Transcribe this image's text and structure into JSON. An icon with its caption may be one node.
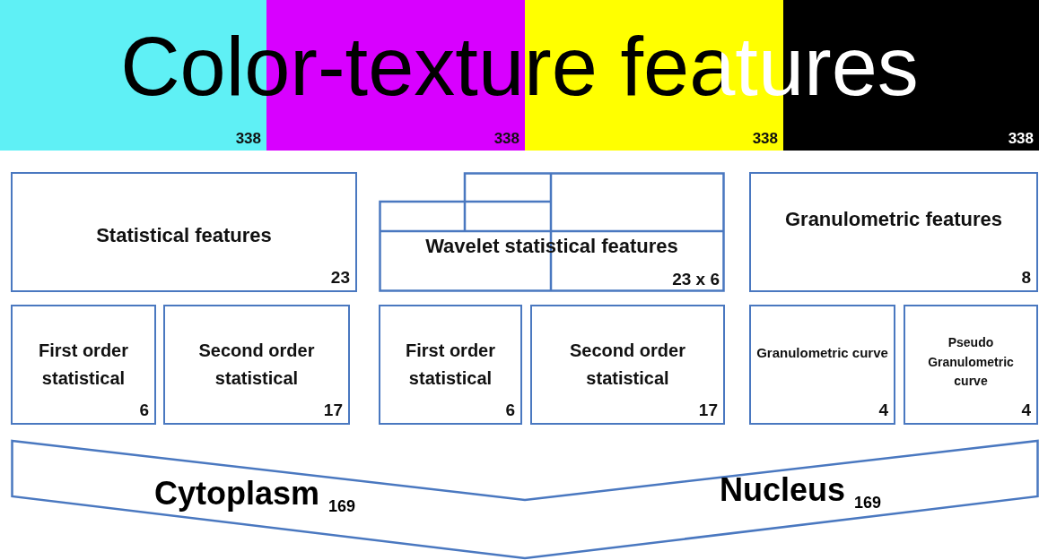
{
  "diagram": {
    "title": "Color-texture features",
    "nodes": [
      {
        "text": [
          "338"
        ]
      },
      {
        "text": [
          "338"
        ]
      },
      {
        "text": [
          "338"
        ]
      },
      {
        "text": [
          "338"
        ]
      },
      {
        "text": [
          "Statistical features",
          "23"
        ]
      },
      {
        "text": [
          "Wavelet statistical features",
          "23 x 6"
        ]
      },
      {
        "text": [
          "Granulometric features",
          "8"
        ]
      },
      {
        "text": [
          "First order statistical",
          "6"
        ]
      },
      {
        "text": [
          "Second order statistical",
          "17"
        ]
      },
      {
        "text": [
          "First order statistical",
          "6"
        ]
      },
      {
        "text": [
          "Second order statistical",
          "17"
        ]
      },
      {
        "text": [
          "Granulometric curve",
          "4"
        ]
      },
      {
        "text": [
          "Pseudo Granulometric curve",
          "4"
        ]
      },
      {
        "text": [
          "Cytoplasm $_{169}$",
          "Nucleus $_{169}$"
        ]
      }
    ]
  }
}
